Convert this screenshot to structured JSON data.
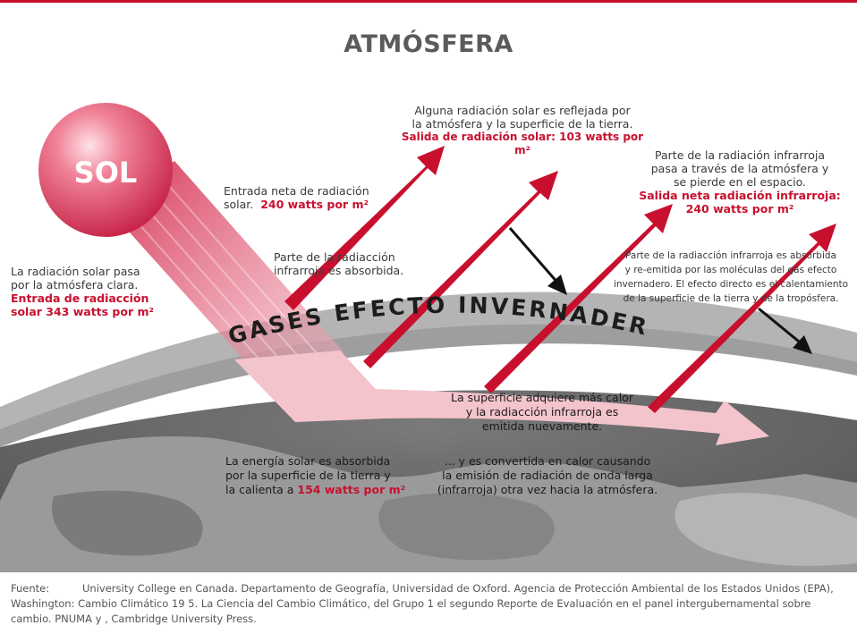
{
  "title": "ATMÓSFERA",
  "sun_label": "SOL",
  "ghg_band_label": "GASES EFECTO INVERNADERO",
  "colors": {
    "arrow_red": "#c8102e",
    "sun_pink": "#e8647a",
    "band_gray": "#a8a8a8",
    "earth_gray": "#8c8c8c",
    "absorbed_pink": "#f4c4cc",
    "text_red": "#c8102e"
  },
  "annotations": {
    "sun_in": {
      "line1": "La radiación solar pasa",
      "line2": "por la atmósfera clara.",
      "red1": "Entrada de radiacción",
      "red2": "solar 343 watts por m²"
    },
    "net_in": {
      "line1": "Entrada neta de radiación",
      "line2_plain": "solar.",
      "line2_red": "240 watts por m²"
    },
    "ir_absorbed": {
      "line1": "Parte de la radiacción",
      "line2": "infrarroja es absorbida."
    },
    "reflected": {
      "line1": "Alguna radiación solar es reflejada por",
      "line2": "la atmósfera y la superficie de la tierra.",
      "red": "Salida de radiación solar: 103 watts por m²"
    },
    "ir_out": {
      "line1": "Parte de la radiación infrarroja",
      "line2": "pasa a través de la atmósfera y",
      "line3": "se pierde en el espacio.",
      "red1": "Salida neta radiación infrarroja:",
      "red2": "240 watts por m²"
    },
    "ir_reemitted": {
      "line1": "Parte de la radiacción infrarroja es absorbida",
      "line2": "y re-emitida por las moléculas del gas efecto",
      "line3": "invernadero. El efecto directo es el calentamiento",
      "line4": "de la superficie de la tierra y de la tropósfera."
    },
    "surface_heat": {
      "line1": "La superficie adquiere más calor",
      "line2": "y la radiacción infrarroja es",
      "line3": "emitida nuevamente."
    },
    "absorbed": {
      "line1": "La energía solar es absorbida",
      "line2": "por la superficie de la tierra y",
      "line3_plain": "la calienta a",
      "line3_red": "154 watts por m²"
    },
    "longwave": {
      "line1": "... y es convertida en calor causando",
      "line2": "la emisión de radiación de onda larga",
      "line3": "(infrarroja) otra vez hacia la atmósfera."
    }
  },
  "footer": {
    "label": "Fuente:",
    "line1": "University College en Canada. Departamento de Geografía, Universidad de Oxford. Agencia de Protección Ambiental de los Estados Unidos (EPA),",
    "line2": "Washington: Cambio Climático 19  5. La Ciencia del Cambio Climático, del Grupo 1 el segundo Reporte de Evaluación en el panel intergubernamental sobre",
    "line3": "cambio. PNUMA  y , Cambridge     University Press."
  }
}
